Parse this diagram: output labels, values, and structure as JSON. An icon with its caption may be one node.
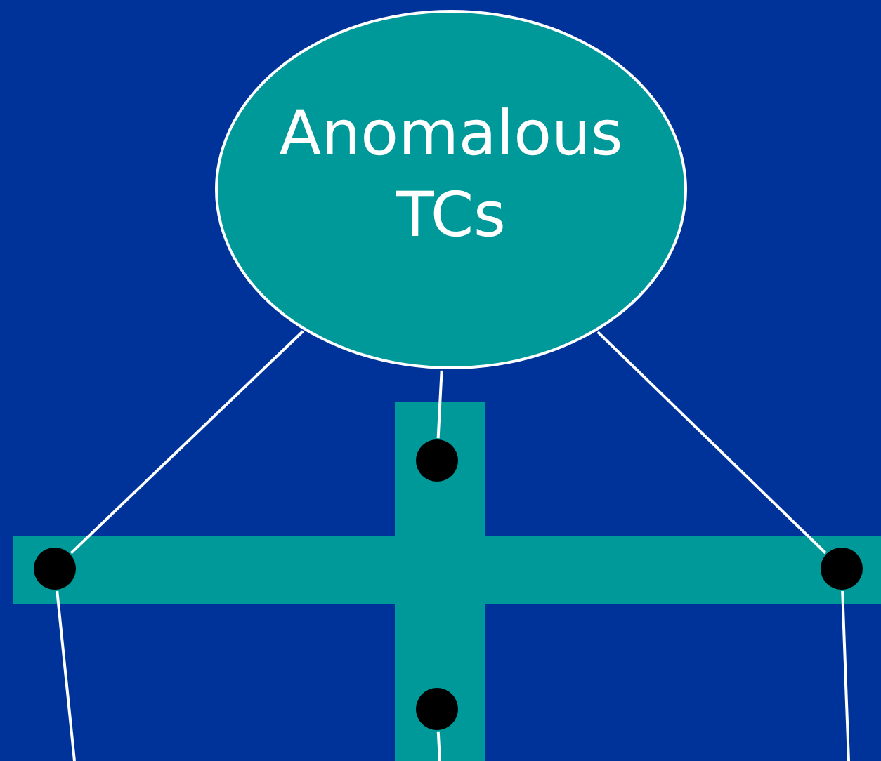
{
  "diagram": {
    "nodes": [
      {
        "text": [
          "Anomalous TCs"
        ]
      },
      {
        "text": [],
        "shape": "circle"
      },
      {
        "text": [],
        "shape": "circle"
      },
      {
        "text": [],
        "shape": "circle"
      },
      {
        "text": [],
        "shape": "circle"
      }
    ],
    "edges": [
      {
        "from": 0,
        "to": 1,
        "arrow": "none"
      },
      {
        "from": 0,
        "to": 2,
        "arrow": "none"
      },
      {
        "from": 0,
        "to": 3,
        "arrow": "none"
      },
      {
        "from": 2,
        "to": null,
        "arrow": "none"
      },
      {
        "from": 3,
        "to": null,
        "arrow": "none"
      },
      {
        "from": 4,
        "to": null,
        "arrow": "none"
      }
    ]
  }
}
